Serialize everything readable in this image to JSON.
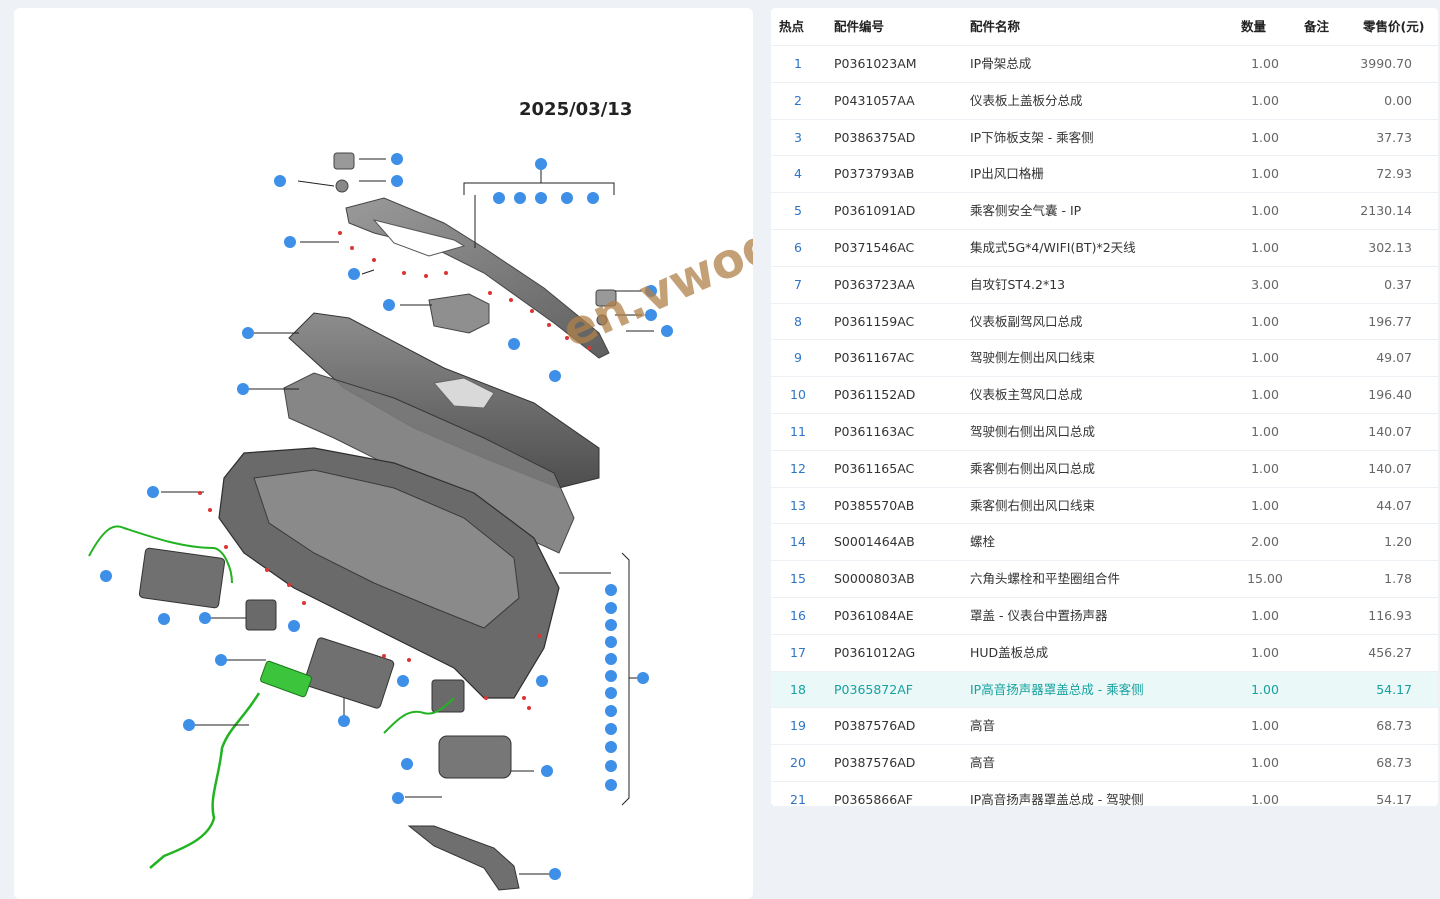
{
  "diagram": {
    "date": "2025/03/13",
    "accent_color": "#3d8fe8",
    "harness_color": "#22b322"
  },
  "watermark": {
    "text": "en.vwodis.com"
  },
  "parts_table": {
    "headers": {
      "hotspot": "热点",
      "part_no": "配件编号",
      "part_name": "配件名称",
      "qty": "数量",
      "note": "备注",
      "price": "零售价(元)"
    },
    "selected_row": 18,
    "selected_color": "#17a2a0",
    "rows": [
      {
        "hotspot": "1",
        "part_no": "P0361023AM",
        "name": "IP骨架总成",
        "qty": "1.00",
        "note": "",
        "price": "3990.70"
      },
      {
        "hotspot": "2",
        "part_no": "P0431057AA",
        "name": "仪表板上盖板分总成",
        "qty": "1.00",
        "note": "",
        "price": "0.00"
      },
      {
        "hotspot": "3",
        "part_no": "P0386375AD",
        "name": "IP下饰板支架 - 乘客侧",
        "qty": "1.00",
        "note": "",
        "price": "37.73"
      },
      {
        "hotspot": "4",
        "part_no": "P0373793AB",
        "name": "IP出风口格栅",
        "qty": "1.00",
        "note": "",
        "price": "72.93"
      },
      {
        "hotspot": "5",
        "part_no": "P0361091AD",
        "name": "乘客侧安全气囊 - IP",
        "qty": "1.00",
        "note": "",
        "price": "2130.14"
      },
      {
        "hotspot": "6",
        "part_no": "P0371546AC",
        "name": "集成式5G*4/WIFI(BT)*2天线",
        "qty": "1.00",
        "note": "",
        "price": "302.13"
      },
      {
        "hotspot": "7",
        "part_no": "P0363723AA",
        "name": "自攻钉ST4.2*13",
        "qty": "3.00",
        "note": "",
        "price": "0.37"
      },
      {
        "hotspot": "8",
        "part_no": "P0361159AC",
        "name": "仪表板副驾风口总成",
        "qty": "1.00",
        "note": "",
        "price": "196.77"
      },
      {
        "hotspot": "9",
        "part_no": "P0361167AC",
        "name": "驾驶侧左侧出风口线束",
        "qty": "1.00",
        "note": "",
        "price": "49.07"
      },
      {
        "hotspot": "10",
        "part_no": "P0361152AD",
        "name": "仪表板主驾风口总成",
        "qty": "1.00",
        "note": "",
        "price": "196.40"
      },
      {
        "hotspot": "11",
        "part_no": "P0361163AC",
        "name": "驾驶侧右侧出风口总成",
        "qty": "1.00",
        "note": "",
        "price": "140.07"
      },
      {
        "hotspot": "12",
        "part_no": "P0361165AC",
        "name": "乘客侧右侧出风口总成",
        "qty": "1.00",
        "note": "",
        "price": "140.07"
      },
      {
        "hotspot": "13",
        "part_no": "P0385570AB",
        "name": "乘客侧右侧出风口线束",
        "qty": "1.00",
        "note": "",
        "price": "44.07"
      },
      {
        "hotspot": "14",
        "part_no": "S0001464AB",
        "name": "螺栓",
        "qty": "2.00",
        "note": "",
        "price": "1.20"
      },
      {
        "hotspot": "15",
        "part_no": "S0000803AB",
        "name": "六角头螺栓和平垫圈组合件",
        "qty": "15.00",
        "note": "",
        "price": "1.78"
      },
      {
        "hotspot": "16",
        "part_no": "P0361084AE",
        "name": "罩盖 - 仪表台中置扬声器",
        "qty": "1.00",
        "note": "",
        "price": "116.93"
      },
      {
        "hotspot": "17",
        "part_no": "P0361012AG",
        "name": "HUD盖板总成",
        "qty": "1.00",
        "note": "",
        "price": "456.27"
      },
      {
        "hotspot": "18",
        "part_no": "P0365872AF",
        "name": "IP高音扬声器罩盖总成 - 乘客侧",
        "qty": "1.00",
        "note": "",
        "price": "54.17"
      },
      {
        "hotspot": "19",
        "part_no": "P0387576AD",
        "name": "高音",
        "qty": "1.00",
        "note": "",
        "price": "68.73"
      },
      {
        "hotspot": "20",
        "part_no": "P0387576AD",
        "name": "高音",
        "qty": "1.00",
        "note": "",
        "price": "68.73"
      },
      {
        "hotspot": "21",
        "part_no": "P0365866AF",
        "name": "IP高音扬声器罩盖总成 - 驾驶侧",
        "qty": "1.00",
        "note": "",
        "price": "54.17"
      }
    ]
  }
}
